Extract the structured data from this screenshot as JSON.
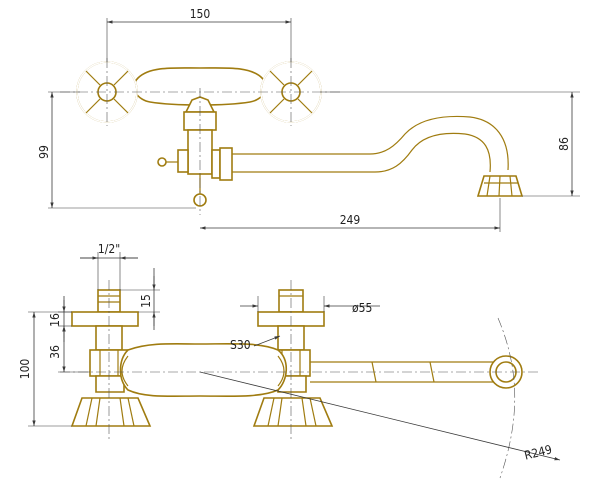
{
  "top_view": {
    "dim_center_spacing": "150",
    "dim_height_left": "99",
    "dim_height_right": "86",
    "dim_spout_length": "249"
  },
  "front_view": {
    "dim_thread": "1/2\"",
    "dim_15": "15",
    "dim_16": "16",
    "dim_36": "36",
    "dim_100": "100",
    "dim_diameter": "ø55",
    "dim_s30": "S30",
    "dim_radius": "R249"
  },
  "colors": {
    "line": "#a07c10",
    "dimension": "#3a3a3a"
  }
}
